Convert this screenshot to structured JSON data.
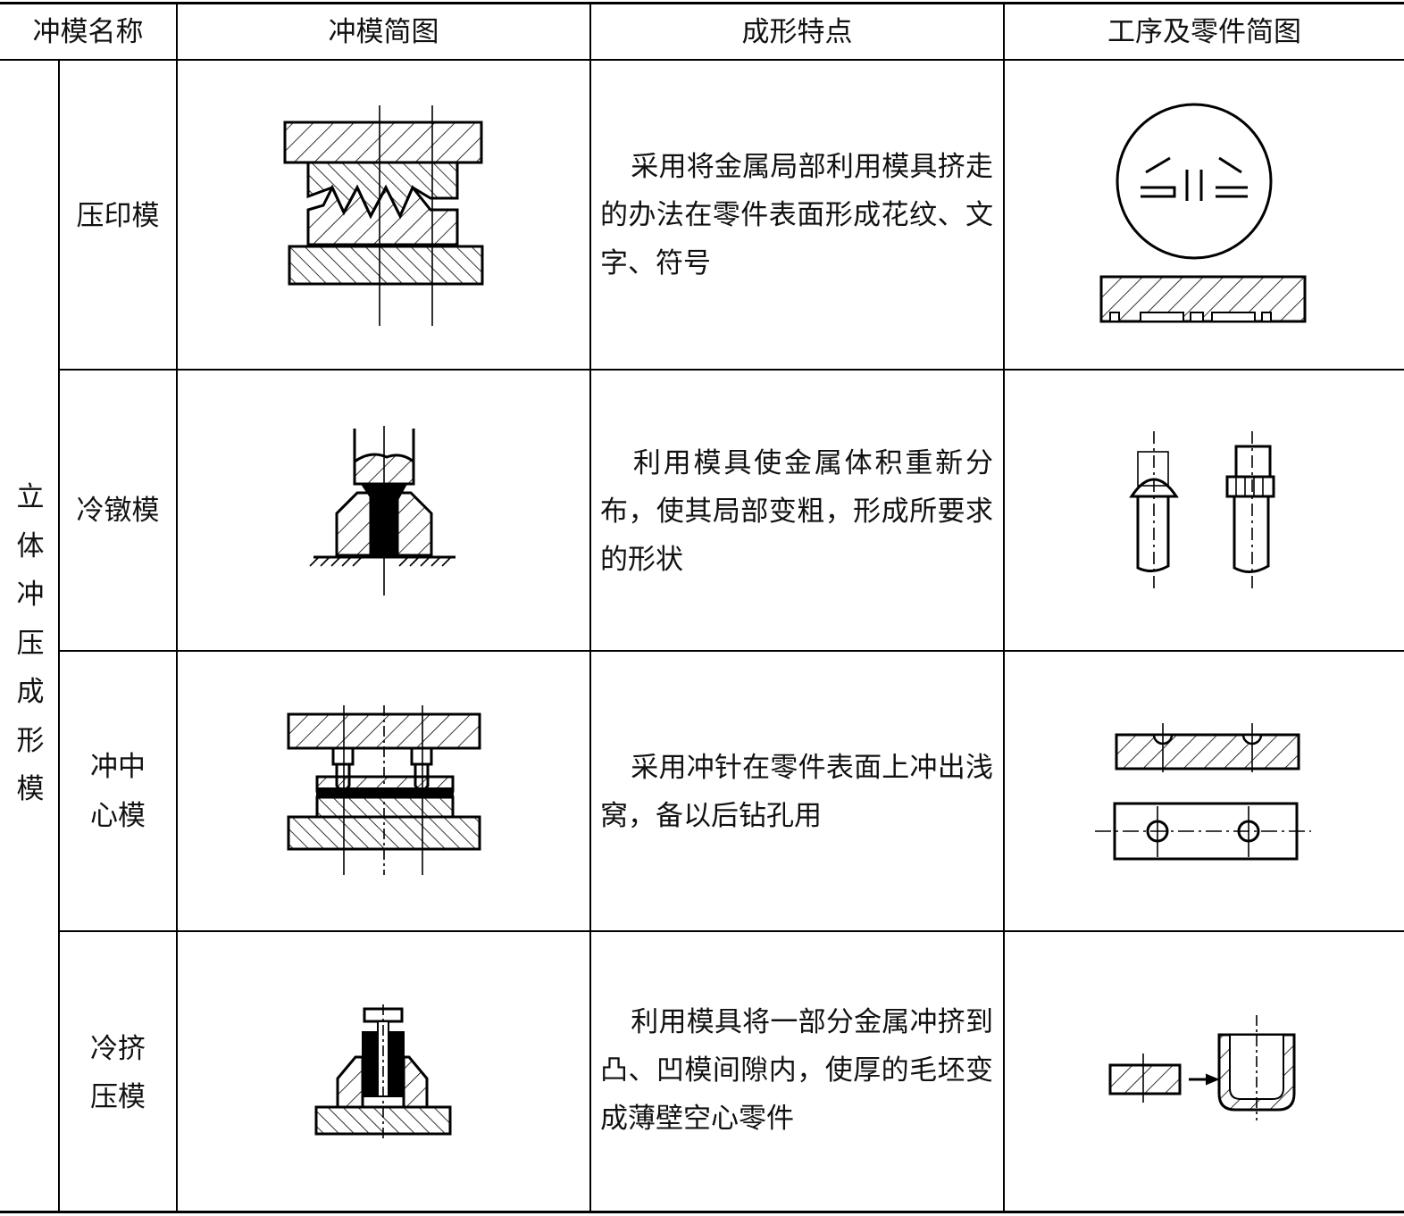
{
  "headers": [
    "冲模名称",
    "冲模简图",
    "成形特点",
    "工序及零件简图"
  ],
  "category": [
    "立",
    "体",
    "冲",
    "压",
    "成",
    "形",
    "模"
  ],
  "rows": [
    {
      "name": "压印模",
      "name_lines": [
        "压印模"
      ],
      "desc": "采用将金属局部利用模具挤走的办法在零件表面形成花纹、文字、符号"
    },
    {
      "name": "冷镦模",
      "name_lines": [
        "冷镦模"
      ],
      "desc": "利用模具使金属体积重新分布，使其局部变粗，形成所要求的形状"
    },
    {
      "name": "冲中心模",
      "name_lines": [
        "冲中",
        "心模"
      ],
      "desc": "采用冲针在零件表面上冲出浅窝，备以后钻孔用"
    },
    {
      "name": "冷挤压模",
      "name_lines": [
        "冷挤",
        "压模"
      ],
      "desc": "利用模具将一部分金属冲挤到凸、凹模间隙内，使厚的毛坯变成薄壁空心零件"
    }
  ]
}
